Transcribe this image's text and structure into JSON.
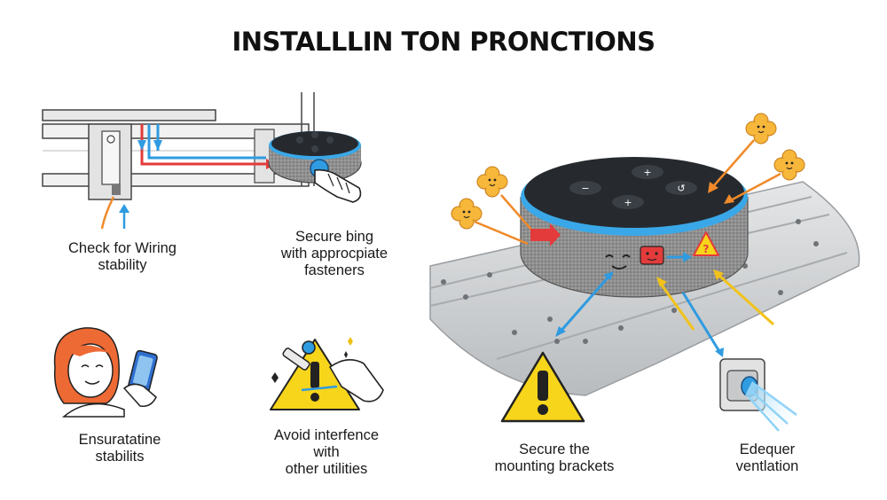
{
  "title": "INSTALLLIN TON PRONCTIONS",
  "captions": {
    "wiring": "Check for Wiring\nstability",
    "fasteners": "Secure bing\nwith approcpiate\nfasteners",
    "stability": "Ensuratatine\nstabilits",
    "interference": "Avoid interfence\nwith\nother utilities",
    "brackets": "Secure the\nmounting brackets",
    "ventilation": "Edequer\nventlation"
  },
  "speaker_buttons": [
    "+",
    "−",
    "+",
    "↺"
  ],
  "colors": {
    "accent_blue": "#2f9be0",
    "arrow_red": "#e33b3b",
    "arrow_yellow": "#f2c21b",
    "arrow_orange": "#f08a2a",
    "warning_yellow": "#f7d51a",
    "speaker_fabric": "#8e8e8e",
    "speaker_top": "#262a2f",
    "led_ring": "#3aa8e8",
    "hair_orange": "#ee6a35",
    "rail_gray": "#cfd2d4"
  },
  "icons": [
    "wiring-rail-icon",
    "speaker-icon",
    "hand-icon",
    "person-phone-icon",
    "warning-tools-icon",
    "warning-sign-icon",
    "face-badge-icon",
    "vent-icon"
  ]
}
